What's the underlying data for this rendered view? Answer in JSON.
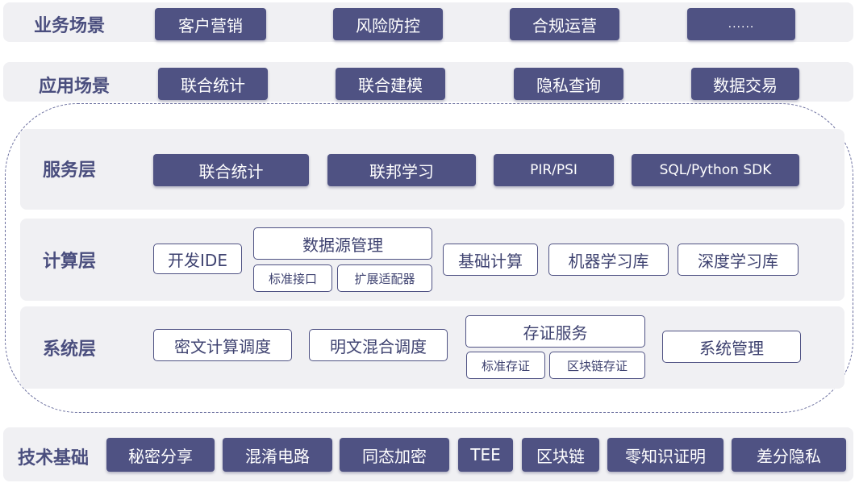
{
  "business": {
    "label": "业务场景",
    "items": [
      "客户营销",
      "风险防控",
      "合规运营",
      "......"
    ]
  },
  "application": {
    "label": "应用场景",
    "items": [
      "联合统计",
      "联合建模",
      "隐私查询",
      "数据交易"
    ]
  },
  "service": {
    "label": "服务层",
    "items": [
      "联合统计",
      "联邦学习",
      "PIR/PSI",
      "SQL/Python SDK"
    ]
  },
  "compute": {
    "label": "计算层",
    "ide": "开发IDE",
    "datasource": {
      "title": "数据源管理",
      "subs": [
        "标准接口",
        "扩展适配器"
      ]
    },
    "items": [
      "基础计算",
      "机器学习库",
      "深度学习库"
    ]
  },
  "system": {
    "label": "系统层",
    "items": [
      "密文计算调度",
      "明文混合调度"
    ],
    "evidence": {
      "title": "存证服务",
      "subs": [
        "标准存证",
        "区块链存证"
      ]
    },
    "mgmt": "系统管理"
  },
  "tech": {
    "label": "技术基础",
    "items": [
      "秘密分享",
      "混淆电路",
      "同态加密",
      "TEE",
      "区块链",
      "零知识证明",
      "差分隐私"
    ]
  },
  "colors": {
    "pill": "#4f5283",
    "band": "#f0f0f3",
    "label": "#4a4e7e"
  }
}
